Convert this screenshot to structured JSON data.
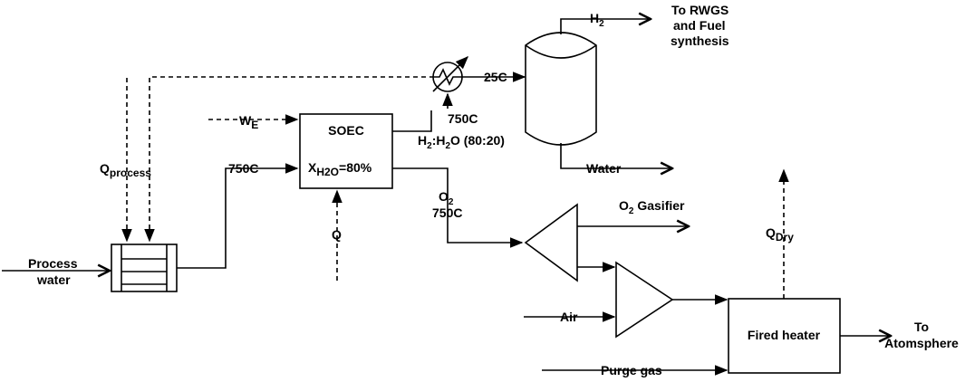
{
  "labels": {
    "process_water_line1": "Process",
    "process_water_line2": "water",
    "q_process": "Q",
    "q_process_sub": "process",
    "temp_750c_inlet": "750C",
    "w_e": "W",
    "w_e_sub": "E",
    "soec_title": "SOEC",
    "x_h2o_main": "X",
    "x_h2o_sub": "H2O",
    "x_h2o_value": "=80%",
    "h2_h2o_ratio_h": "H",
    "h2_h2o_ratio_sub1": "2",
    "h2_h2o_ratio_mid": ":H",
    "h2_h2o_ratio_sub2": "2",
    "h2_h2o_ratio_tail": "O (80:20)",
    "heater_temp": "750C",
    "q_soec": "Q",
    "o2_label": "O",
    "o2_sub": "2",
    "o2_temp": "750C",
    "temp_25c": "25C",
    "h2_label": "H",
    "h2_sub": "2",
    "to_rwgs_line1": "To RWGS",
    "to_rwgs_line2": "and Fuel",
    "to_rwgs_line3": "synthesis",
    "water_out": "Water",
    "o2_gasifier_o": "O",
    "o2_gasifier_sub": "2",
    "o2_gasifier_text": " Gasifier",
    "q_dry": "Q",
    "q_dry_sub": "Dry",
    "air": "Air",
    "fired_heater": "Fired heater",
    "purge_gas": "Purge gas",
    "to_atmosphere_line1": "To",
    "to_atmosphere_line2": "Atomsphere"
  },
  "colors": {
    "stroke": "#000000",
    "background": "#ffffff"
  }
}
